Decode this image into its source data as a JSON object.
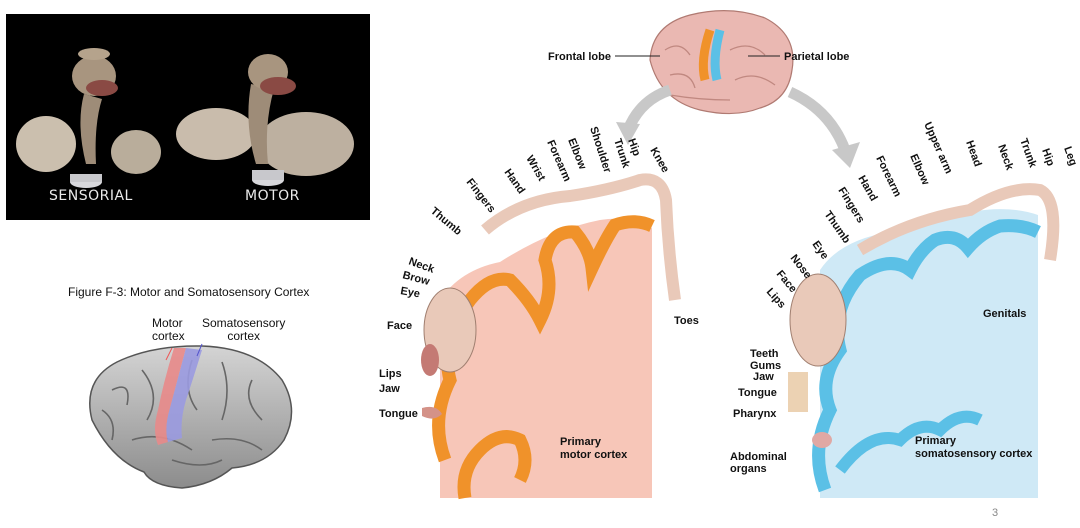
{
  "photo": {
    "left_label": "SENSORIAL",
    "right_label": "MOTOR"
  },
  "figure": {
    "caption": "Figure F-3: Motor and Somatosensory Cortex",
    "motor_label_1": "Motor",
    "motor_label_2": "cortex",
    "somato_label_1": "Somatosensory",
    "somato_label_2": "cortex",
    "colors": {
      "motor": "#e88a8a",
      "somatosensory": "#9a9ae0"
    }
  },
  "top_brain": {
    "frontal_label": "Frontal lobe",
    "parietal_label": "Parietal lobe",
    "colors": {
      "motor_strip": "#f0922a",
      "sensory_strip": "#5bc0e6"
    }
  },
  "motor_homunculus": {
    "title_1": "Primary",
    "title_2": "motor cortex",
    "labels": [
      "Knee",
      "Hip",
      "Trunk",
      "Shoulder",
      "Elbow",
      "Forearm",
      "Wrist",
      "Hand",
      "Fingers",
      "Thumb",
      "Neck",
      "Brow",
      "Eye",
      "Face",
      "Lips",
      "Jaw",
      "Tongue",
      "Toes"
    ],
    "colors": {
      "cortex": "#f0922a",
      "fill": "#f7c6b8"
    }
  },
  "sensory_homunculus": {
    "title_1": "Primary",
    "title_2": "somatosensory cortex",
    "labels": [
      "Upper arm",
      "Head",
      "Neck",
      "Trunk",
      "Hip",
      "Leg",
      "Forearm",
      "Elbow",
      "Hand",
      "Fingers",
      "Thumb",
      "Eye",
      "Nose",
      "Face",
      "Lips",
      "Genitals",
      "Teeth",
      "Gums",
      "Jaw",
      "Tongue",
      "Pharynx",
      "Abdominal",
      "organs"
    ],
    "colors": {
      "cortex": "#5bc0e6",
      "fill": "#cfe9f6"
    }
  },
  "page_number": "3"
}
